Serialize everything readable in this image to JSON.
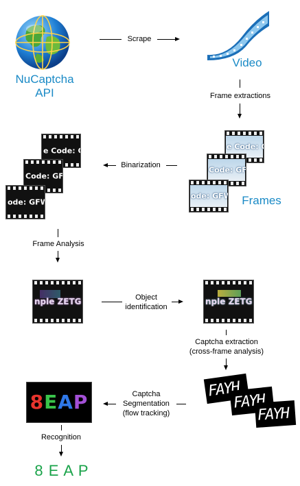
{
  "nodes": {
    "api_label": "NuCaptcha\nAPI",
    "video_label": "Video",
    "frames_label": "Frames",
    "recognized": "8 E A P"
  },
  "edges": {
    "scrape": "Scrape",
    "frame_extractions": "Frame extractions",
    "binarization": "Binarization",
    "frame_analysis": "Frame Analysis",
    "object_identification": "Object\nidentification",
    "captcha_extraction": "Captcha extraction\n(cross-frame analysis)",
    "captcha_segmentation": "Captcha\nSegmentation\n(flow tracking)",
    "recognition": "Recognition"
  },
  "frame_images": {
    "frames_text": [
      "e Code: GF",
      "Code: GFW",
      "ode: GFW"
    ],
    "binarized_text": [
      "e Code: GF",
      "Code: GFW",
      "ode: GFW"
    ],
    "analysis_text": "nple ZETG",
    "objects_text": "nple ZETG",
    "extracted_glyphs": [
      "FAYH",
      "FAYH",
      "FAYH"
    ],
    "segmented_text": "8EAP"
  },
  "colors": {
    "accent_blue": "#1a8ac6",
    "result_green": "#1aa34a"
  }
}
